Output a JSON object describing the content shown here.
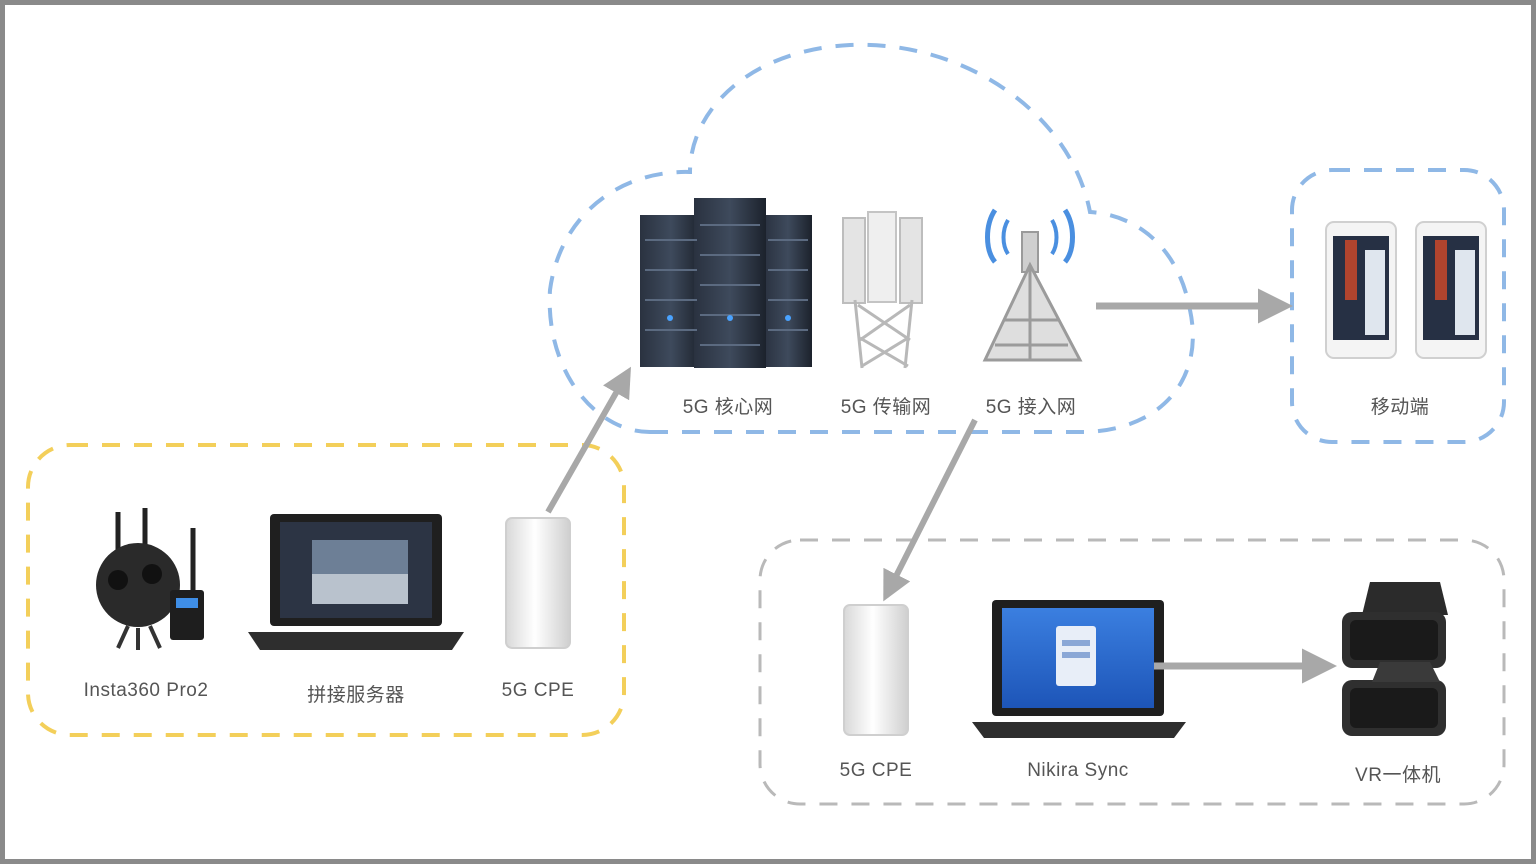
{
  "labels": {
    "core_network": "5G 核心网",
    "transport_network": "5G 传输网",
    "access_network": "5G 接入网",
    "mobile_phone": "移动端",
    "camera": "Insta360 Pro2",
    "stitching_server": "拼接服务器",
    "cpe_left": "5G CPE",
    "cpe_right": "5G CPE",
    "nikira_sync": "Nikira Sync",
    "vr_headset": "VR一体机"
  },
  "colors": {
    "cloud_border": "#8fb8e6",
    "phone_group_border": "#8fb8e6",
    "capture_group_border": "#f3cf5a",
    "receive_group_border": "#b9b9b9",
    "arrow": "#a8a8a8",
    "frame": "#8a8a8a"
  },
  "icons": [
    "server-rack-icon",
    "transmission-tower-icon",
    "base-station-icon",
    "smartphone-icon",
    "360-camera-icon",
    "laptop-icon",
    "cpe-router-icon",
    "vr-headset-icon"
  ]
}
